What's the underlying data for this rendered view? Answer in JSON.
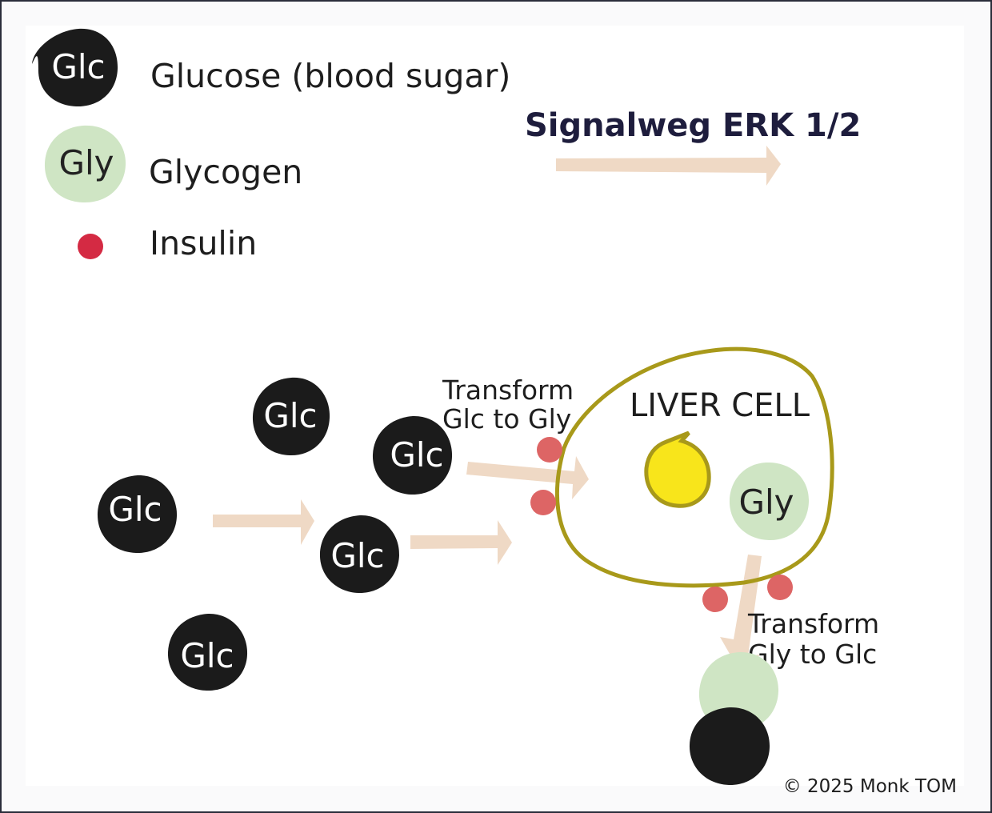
{
  "legend": {
    "glucose": {
      "chip": "Glc",
      "label": "Glucose (blood sugar)"
    },
    "glycogen": {
      "chip": "Gly",
      "label": "Glycogen"
    },
    "insulin": {
      "label": "Insulin"
    }
  },
  "pathway_title": "Signalweg ERK 1/2",
  "molecules": {
    "glc_1": "Glc",
    "glc_2": "Glc",
    "glc_3": "Glc",
    "glc_4": "Glc",
    "glc_5": "Glc",
    "gly_cell": "Gly"
  },
  "liver_cell_label": "LIVER CELL",
  "transform_in": {
    "line1": "Transform",
    "line2": "Glc to Gly"
  },
  "transform_out": {
    "line1": "Transform",
    "line2": "Gly to Glc"
  },
  "copyright": "© 2025 Monk TOM",
  "colors": {
    "glucose": "#1b1b1b",
    "glycogen": "#cfe5c4",
    "insulin_legend": "#d42a43",
    "insulin_receptor": "#dd6565",
    "arrow": "#efd9c5",
    "cell_membrane": "#a8991a",
    "nucleus": "#f8e51b",
    "title": "#1e1d3d"
  }
}
